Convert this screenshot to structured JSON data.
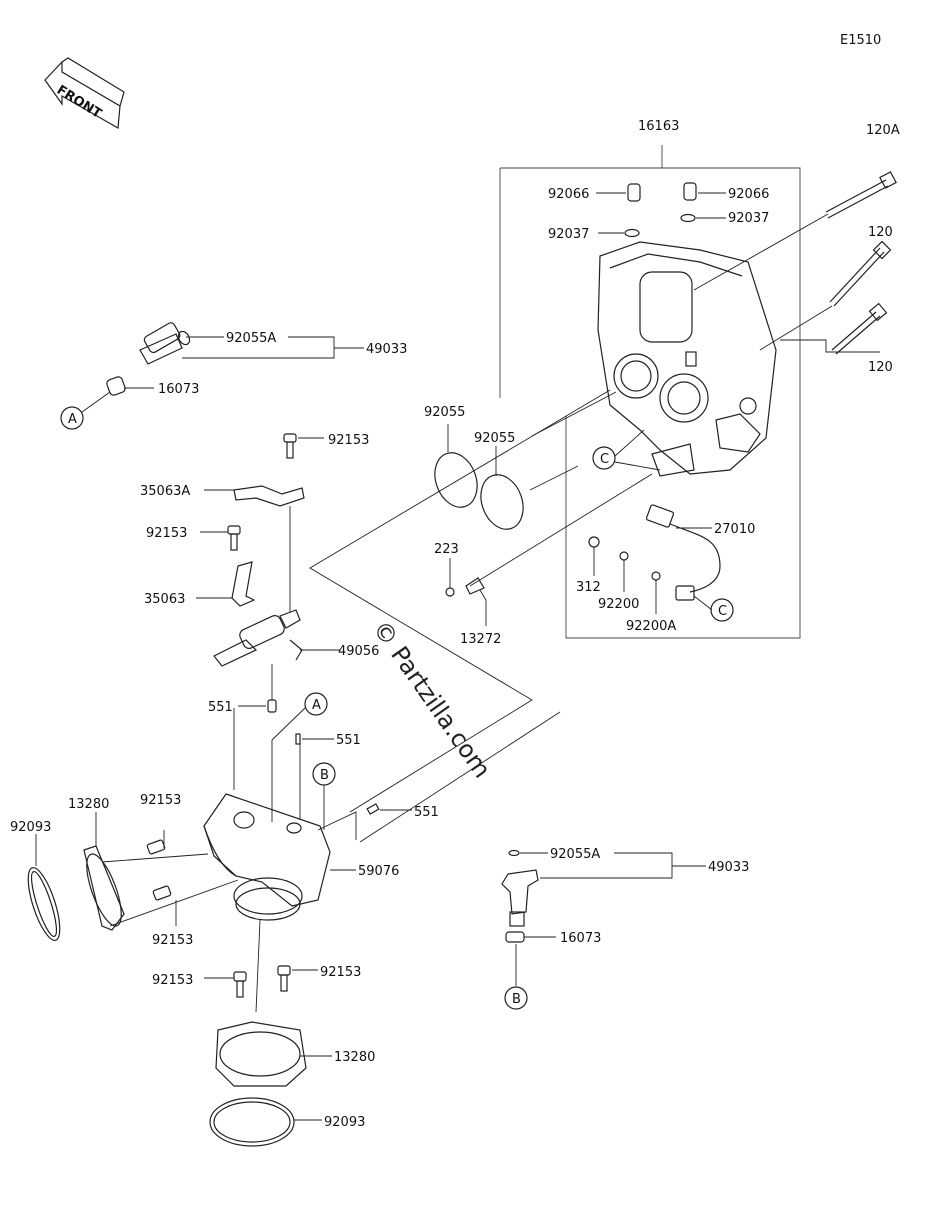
{
  "diagram": {
    "code": "E1510",
    "front_text": "FRONT",
    "watermark": "© Partzilla.com",
    "callouts": [
      "A",
      "B",
      "C"
    ],
    "parts": [
      "16163",
      "120A",
      "120",
      "92066",
      "92037",
      "92055",
      "92055A",
      "49033",
      "16073",
      "92153",
      "35063A",
      "35063",
      "49056",
      "551",
      "59076",
      "13280",
      "92093",
      "223",
      "13272",
      "27010",
      "312",
      "92200",
      "92200A"
    ]
  }
}
